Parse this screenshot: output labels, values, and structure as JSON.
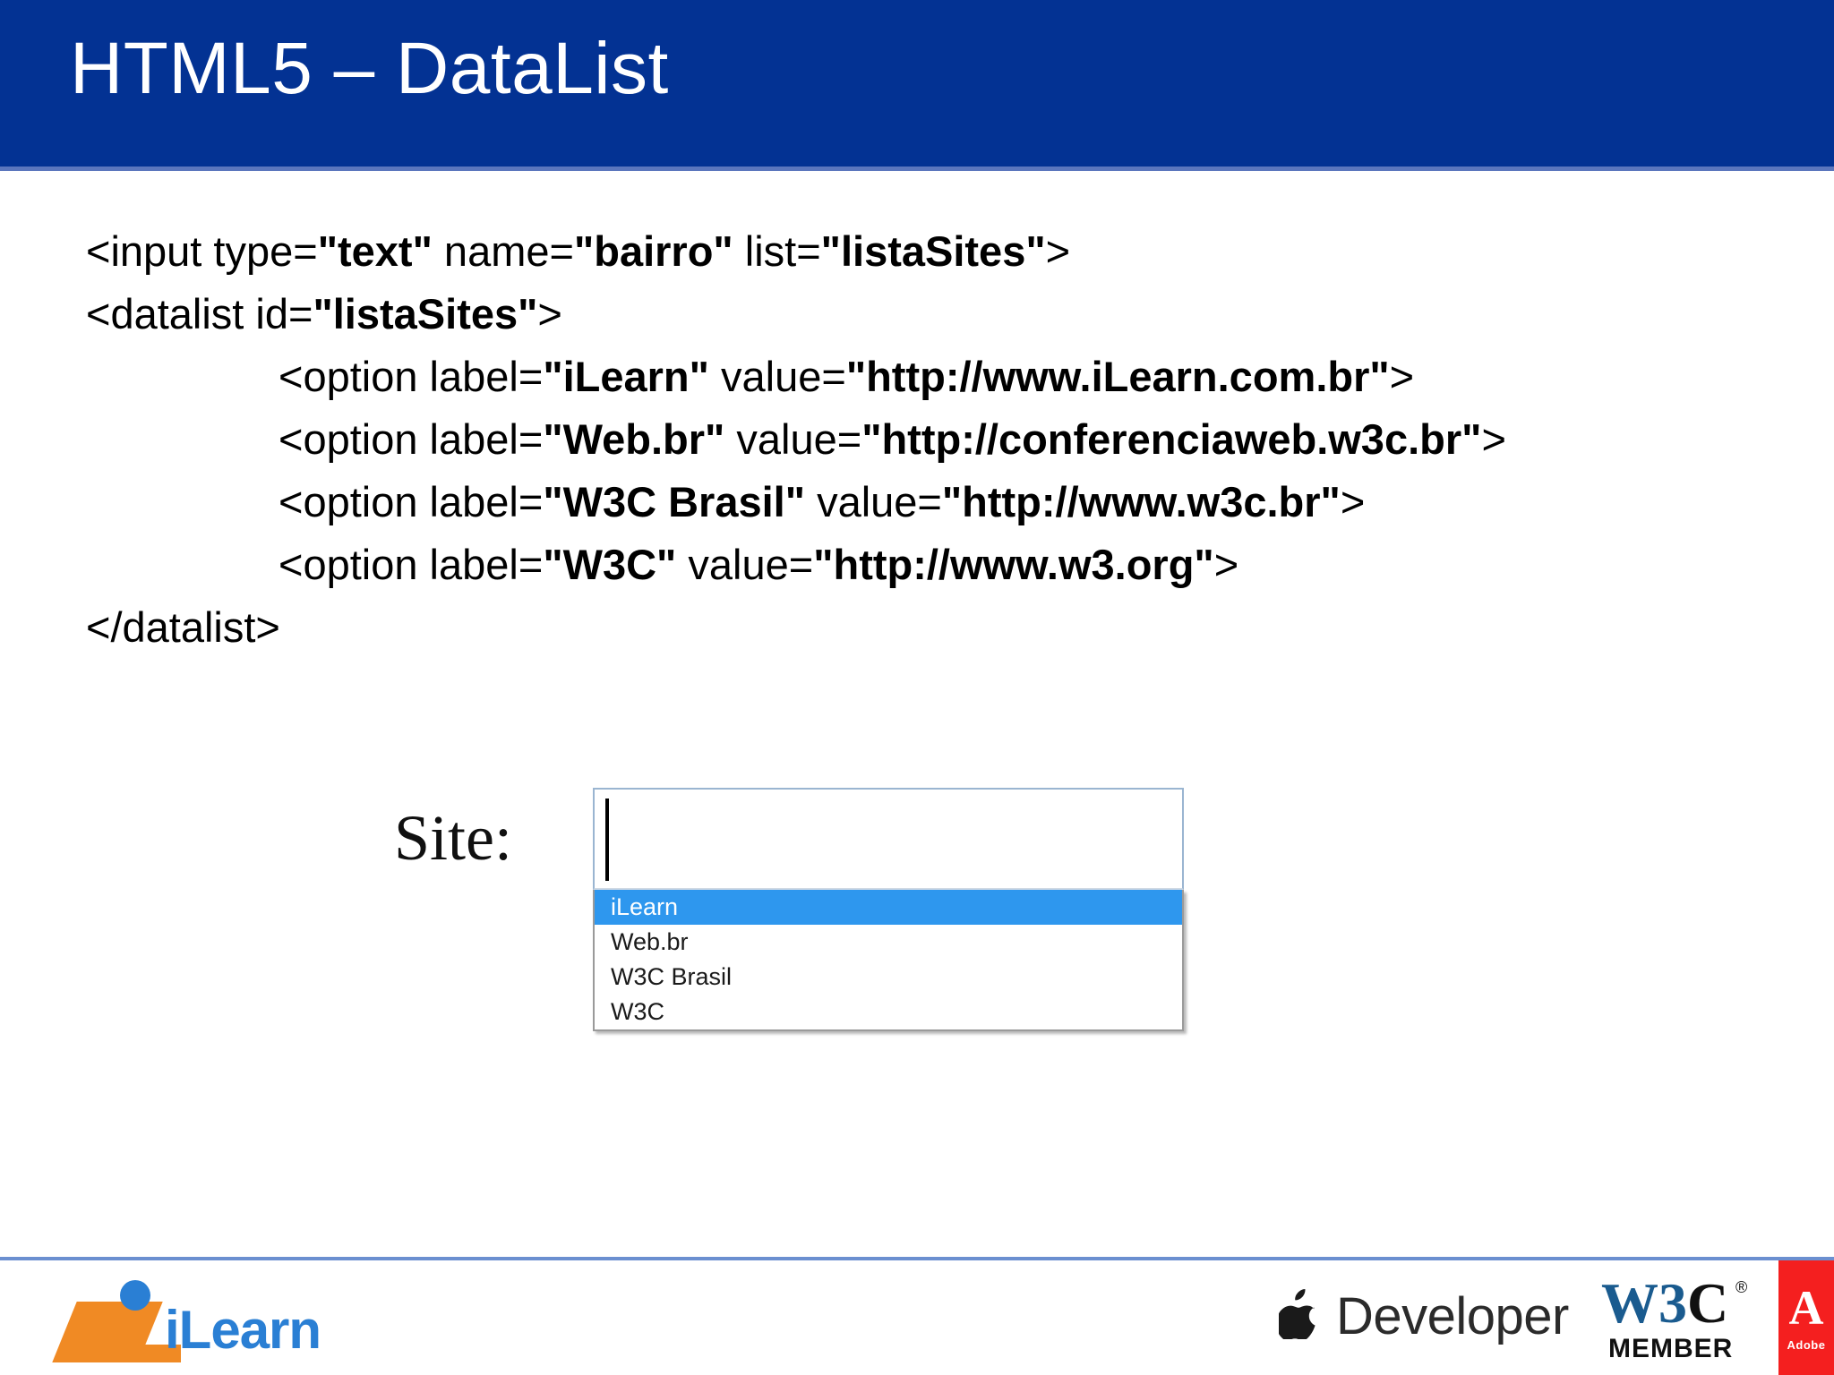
{
  "header": {
    "title": "HTML5 – DataList",
    "background_color": "#033293",
    "title_color": "#ffffff",
    "rule_color": "#5b76bd"
  },
  "code": {
    "lines": [
      {
        "indent": 0,
        "parts": [
          {
            "text": "<input type=",
            "bold": false
          },
          {
            "text": "\"text\"",
            "bold": true
          },
          {
            "text": " name=",
            "bold": false
          },
          {
            "text": "\"bairro\"",
            "bold": true
          },
          {
            "text": " list=",
            "bold": false
          },
          {
            "text": "\"listaSites\"",
            "bold": true
          },
          {
            "text": ">",
            "bold": false
          }
        ]
      },
      {
        "indent": 0,
        "parts": [
          {
            "text": "<datalist id=",
            "bold": false
          },
          {
            "text": "\"listaSites\"",
            "bold": true
          },
          {
            "text": ">",
            "bold": false
          }
        ]
      },
      {
        "indent": 1,
        "parts": [
          {
            "text": "<option label=",
            "bold": false
          },
          {
            "text": "\"iLearn\"",
            "bold": true
          },
          {
            "text": " value=",
            "bold": false
          },
          {
            "text": "\"http://www.iLearn.com.br\"",
            "bold": true
          },
          {
            "text": ">",
            "bold": false
          }
        ]
      },
      {
        "indent": 1,
        "parts": [
          {
            "text": "<option label=",
            "bold": false
          },
          {
            "text": "\"Web.br\"",
            "bold": true
          },
          {
            "text": " value=",
            "bold": false
          },
          {
            "text": "\"http://conferenciaweb.w3c.br\"",
            "bold": true
          },
          {
            "text": ">",
            "bold": false
          }
        ]
      },
      {
        "indent": 1,
        "parts": [
          {
            "text": "<option label=",
            "bold": false
          },
          {
            "text": "\"W3C Brasil\"",
            "bold": true
          },
          {
            "text": " value=",
            "bold": false
          },
          {
            "text": "\"http://www.w3c.br\"",
            "bold": true
          },
          {
            "text": ">",
            "bold": false
          }
        ]
      },
      {
        "indent": 1,
        "parts": [
          {
            "text": "<option label=",
            "bold": false
          },
          {
            "text": "\"W3C\"",
            "bold": true
          },
          {
            "text": " value=",
            "bold": false
          },
          {
            "text": "\"http://www.w3.org\"",
            "bold": true
          },
          {
            "text": ">",
            "bold": false
          }
        ]
      },
      {
        "indent": 0,
        "parts": [
          {
            "text": "</datalist>",
            "bold": false
          }
        ]
      }
    ]
  },
  "demo": {
    "label": "Site:",
    "input_value": "",
    "input_placeholder": "",
    "dropdown": {
      "options": [
        {
          "label": "iLearn",
          "selected": true
        },
        {
          "label": "Web.br",
          "selected": false
        },
        {
          "label": "W3C Brasil",
          "selected": false
        },
        {
          "label": "W3C",
          "selected": false
        }
      ],
      "highlight_color": "#2e97ee"
    }
  },
  "footer": {
    "rule_color": "#6b8fd0",
    "ilearn": {
      "word": "iLearn",
      "word_color": "#2a7fd4",
      "mark_color": "#f08a24"
    },
    "apple_developer": {
      "glyph": "",
      "word": "Developer"
    },
    "w3c": {
      "w3": "W3",
      "c": "C",
      "registered": "®",
      "member": "MEMBER",
      "w3_color": "#1a5b8f"
    },
    "adobe": {
      "letter": "A",
      "word": "Adobe",
      "background_color": "#f41f1f"
    }
  }
}
